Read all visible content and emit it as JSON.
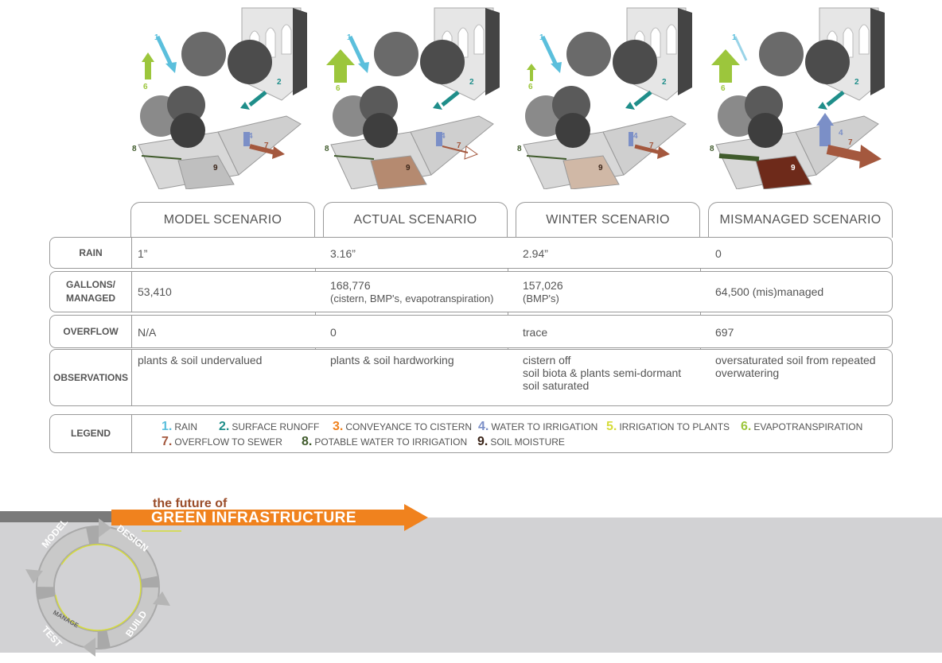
{
  "scenarios": [
    {
      "title": "MODEL SCENARIO",
      "rain": "1”",
      "gallons": "53,410",
      "gallons_note": "",
      "overflow": "N/A",
      "observations": [
        "plants & soil undervalued"
      ]
    },
    {
      "title": "ACTUAL SCENARIO",
      "rain": "3.16”",
      "gallons": "168,776",
      "gallons_note": "(cistern, BMP's, evapotranspiration)",
      "overflow": "0",
      "observations": [
        "plants & soil hardworking"
      ]
    },
    {
      "title": "WINTER SCENARIO",
      "rain": "2.94”",
      "gallons": "157,026",
      "gallons_note": "(BMP's)",
      "overflow": "trace",
      "observations": [
        "cistern off",
        "soil biota & plants semi-dormant",
        "soil saturated"
      ]
    },
    {
      "title": "MISMANAGED SCENARIO",
      "rain": "0",
      "gallons": "64,500 (mis)managed",
      "gallons_note": "",
      "overflow": "697",
      "observations": [
        "oversaturated soil from repeated",
        "overwatering"
      ]
    }
  ],
  "row_labels": {
    "rain": "RAIN",
    "gallons_line1": "GALLONS/",
    "gallons_line2": "MANAGED",
    "overflow": "OVERFLOW",
    "observations": "OBSERVATIONS",
    "legend": "LEGEND"
  },
  "legend": [
    {
      "num": "1.",
      "label": "RAIN",
      "color": "#5bbfdc"
    },
    {
      "num": "2.",
      "label": "SURFACE RUNOFF",
      "color": "#1f8e8a"
    },
    {
      "num": "3.",
      "label": "CONVEYANCE TO CISTERN",
      "color": "#f0821e"
    },
    {
      "num": "4.",
      "label": "WATER TO IRRIGATION",
      "color": "#7b8fc7"
    },
    {
      "num": "5.",
      "label": "IRRIGATION TO PLANTS",
      "color": "#d6dc3a"
    },
    {
      "num": "6.",
      "label": "EVAPOTRANSPIRATION",
      "color": "#9cc63c"
    },
    {
      "num": "7.",
      "label": "OVERFLOW TO SEWER",
      "color": "#a4583e"
    },
    {
      "num": "8.",
      "label": "POTABLE WATER TO IRRIGATION",
      "color": "#3f5a2b"
    },
    {
      "num": "9.",
      "label": "SOIL MOISTURE",
      "color": "#3a2418"
    }
  ],
  "illustration_labels": [
    "1",
    "2",
    "4",
    "6",
    "7",
    "8",
    "9"
  ],
  "footer": {
    "subtitle": "the future of",
    "title": "GREEN INFRASTRUCTURE",
    "cycle": [
      "MODEL",
      "DESIGN",
      "BUILD",
      "TEST",
      "MANAGE"
    ]
  },
  "colors": {
    "orange": "#f0821e",
    "grey_band": "#d2d2d4",
    "line": "#9a9a9a"
  }
}
